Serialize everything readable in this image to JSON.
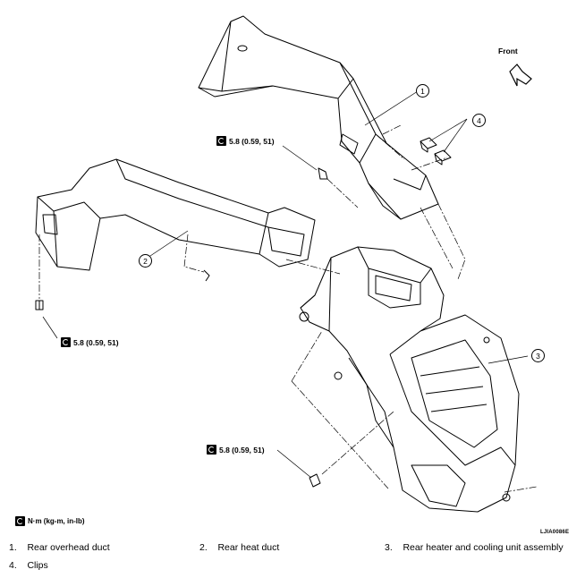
{
  "front_label": "Front",
  "torque_callouts": [
    {
      "id": "top",
      "value": "5.8 (0.59, 51)"
    },
    {
      "id": "left",
      "value": "5.8 (0.59, 51)"
    },
    {
      "id": "bottom",
      "value": "5.8 (0.59, 51)"
    }
  ],
  "part_numbers": [
    "1",
    "2",
    "3",
    "4"
  ],
  "legend_text": "N·m (kg-m, in-lb)",
  "image_code": "LJIA0086E",
  "captions": [
    {
      "num": "1.",
      "text": "Rear overhead duct"
    },
    {
      "num": "2.",
      "text": "Rear heat duct"
    },
    {
      "num": "3.",
      "text": "Rear heater and cooling unit assembly"
    },
    {
      "num": "4.",
      "text": "Clips"
    }
  ]
}
